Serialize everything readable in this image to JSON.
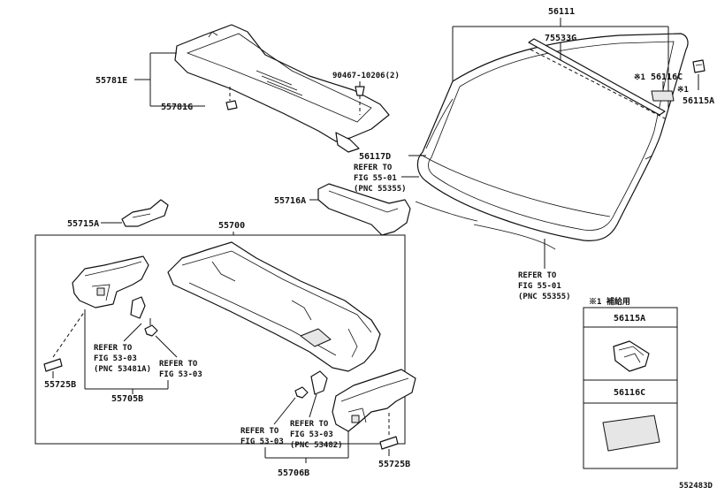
{
  "labels": {
    "p56111": "56111",
    "p75533g": "75533G",
    "p56116c_mark": "※1",
    "p56116c": "56116C",
    "p56115a_mark": "※1",
    "p56115a": "56115A",
    "p55781e": "55781E",
    "p90467": "90467-10206(2)",
    "p55781g": "55781G",
    "p56117d": "56117D",
    "refer_551_l1": "REFER TO",
    "refer_551_l2": "FIG 55-01",
    "refer_551_l3": "(PNC 55355)",
    "p55716a": "55716A",
    "p55715a": "55715A",
    "p55700": "55700",
    "refer_552_l1": "REFER TO",
    "refer_552_l2": "FIG 55-01",
    "refer_552_l3": "(PNC 55355)",
    "p55725b_l": "55725B",
    "refer_531_l1": "REFER TO",
    "refer_531_l2": "FIG 53-03",
    "refer_531_l3": "(PNC 53481A)",
    "refer_532_l1": "REFER TO",
    "refer_532_l2": "FIG 53-03",
    "p55705b": "55705B",
    "refer_533_l1": "REFER TO",
    "refer_533_l2": "FIG 53-03",
    "refer_534_l1": "REFER TO",
    "refer_534_l2": "FIG 53-03",
    "refer_534_l3": "(PNC 53482)",
    "p55706b": "55706B",
    "p55725b_r": "55725B",
    "legend_title": "※1 補給用",
    "legend_56115a": "56115A",
    "legend_56116c": "56116C",
    "figure_code": "552483D"
  }
}
